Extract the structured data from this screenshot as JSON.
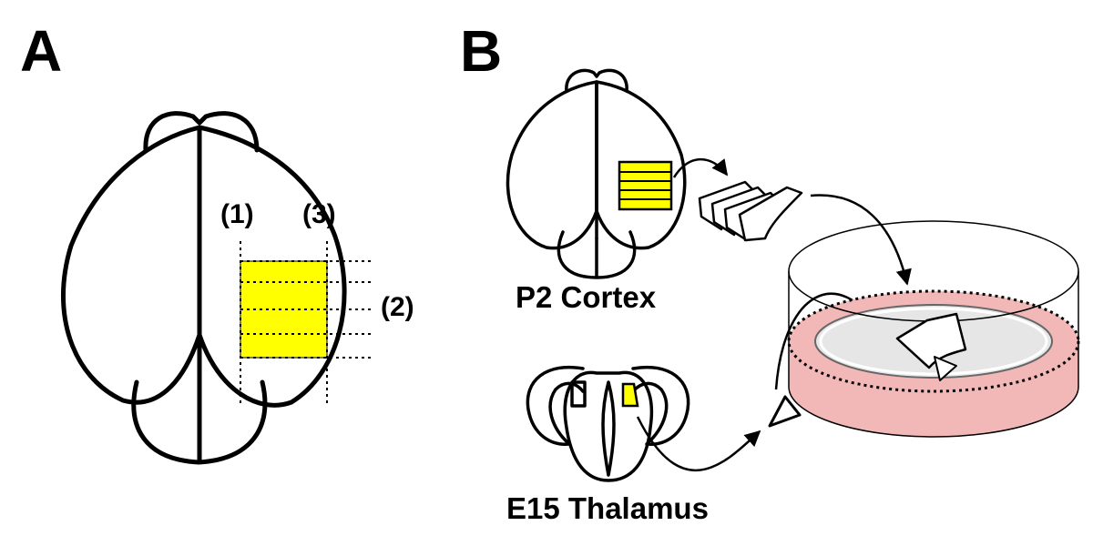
{
  "panels": {
    "a": {
      "label": "A",
      "cut_labels": [
        "(1)",
        "(2)",
        "(3)"
      ],
      "slab_color": "#ffff00"
    },
    "b": {
      "label": "B",
      "cortex_label": "P2 Cortex",
      "thalamus_label": "E15 Thalamus",
      "slab_color": "#ffff00",
      "dish_ring_color": "#f2b8b8",
      "dish_membrane_color": "#e6e6e6"
    }
  }
}
